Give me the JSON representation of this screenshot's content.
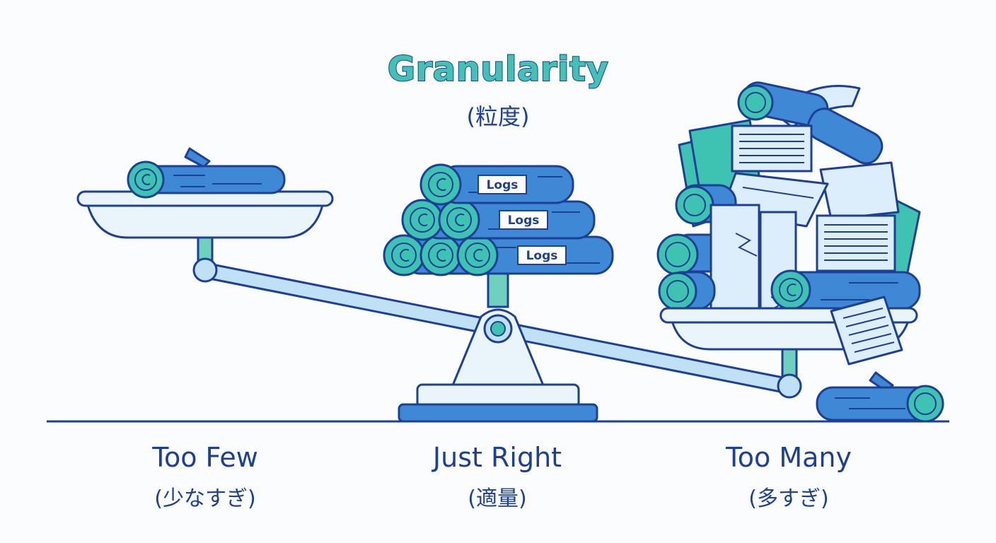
{
  "title": {
    "main": "Granularity",
    "sub": "(粒度)"
  },
  "labels": [
    {
      "en": "Too Few",
      "ja": "(少なすぎ)"
    },
    {
      "en": "Just Right",
      "ja": "(適量)"
    },
    {
      "en": "Too Many",
      "ja": "(多すぎ)"
    }
  ],
  "log_tags": [
    "Logs",
    "Logs",
    "Logs"
  ],
  "colors": {
    "outline": "#1d3f96",
    "log_fill": "#3f88d6",
    "log_end": "#3ec3b2",
    "pan_light": "#eaf4fb",
    "beam_light": "#bfe0f5",
    "pillar": "#6fd1bd",
    "paper": "#dceefb",
    "title_fill": "#41c2b5"
  },
  "icons": [
    "balance-scale-icon",
    "log-icon",
    "paper-sheet-icon"
  ]
}
